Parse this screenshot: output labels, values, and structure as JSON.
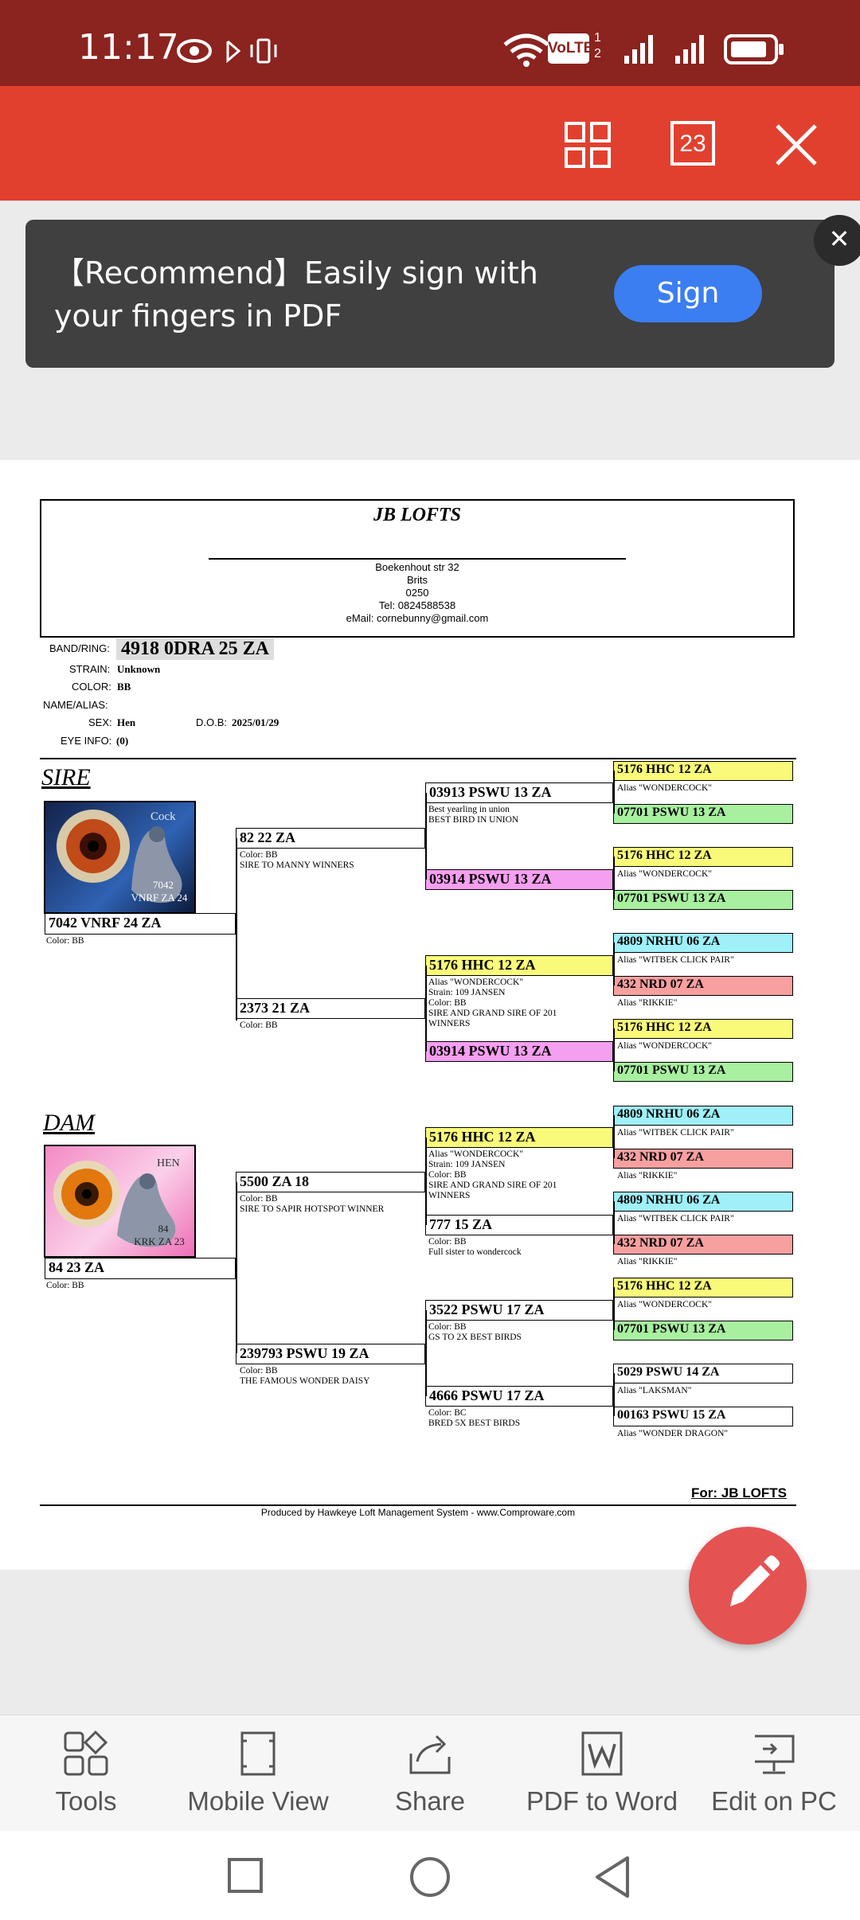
{
  "status_bar": {
    "time": "11:17",
    "volte": "VoLTE",
    "sim": "1 2"
  },
  "toolbar": {
    "page_count": "23",
    "grid_icon": "grid-icon",
    "close_icon": "close-icon"
  },
  "banner": {
    "text": "【Recommend】Easily sign with your fingers in PDF",
    "button": "Sign"
  },
  "doc": {
    "loft_name": "JB LOFTS",
    "address": [
      "Boekenhout str 32",
      "Brits",
      "0250",
      "Tel: 0824588538",
      "eMail: cornebunny@gmail.com"
    ],
    "fields": {
      "band_label": "BAND/RING:",
      "band_value": "4918 0DRA 25 ZA",
      "strain_label": "STRAIN:",
      "strain_value": "Unknown",
      "color_label": "COLOR:",
      "color_value": "BB",
      "name_label": "NAME/ALIAS:",
      "sex_label": "SEX:",
      "sex_value": "Hen",
      "dob_label": "D.O.B:",
      "dob_value": "2025/01/29",
      "eye_label": "EYE INFO:",
      "eye_value": "(0)"
    },
    "sire_heading": "SIRE",
    "dam_heading": "DAM",
    "sire_photo": {
      "tag": "Cock",
      "caption1": "7042",
      "caption2": "VNRF ZA 24"
    },
    "dam_photo": {
      "tag": "HEN",
      "caption1": "84",
      "caption2": "KRK ZA 23"
    },
    "sire": {
      "band": "7042 VNRF 24 ZA",
      "note": "Color: BB"
    },
    "dam": {
      "band": "84 23 ZA",
      "note": "Color: BB"
    },
    "g2": [
      {
        "band": "82 22 ZA",
        "notes": [
          "Color: BB",
          "SIRE TO MANNY WINNERS"
        ]
      },
      {
        "band": "2373 21 ZA",
        "notes": [
          "Color: BB"
        ]
      },
      {
        "band": "5500  ZA 18",
        "notes": [
          "Color: BB",
          "SIRE TO SAPIR HOTSPOT WINNER"
        ]
      },
      {
        "band": "239793 PSWU 19 ZA",
        "notes": [
          "Color: BB",
          "THE FAMOUS WONDER DAISY"
        ]
      }
    ],
    "g3": [
      {
        "band": "03913 PSWU 13 ZA",
        "notes": [
          "Best yearling in union",
          "BEST BIRD IN UNION"
        ]
      },
      {
        "band": "03914 PSWU 13 ZA",
        "notes": []
      },
      {
        "band": "5176 HHC 12 ZA",
        "notes": [
          "Alias \"WONDERCOCK\"",
          "Strain: 109 JANSEN",
          "Color: BB",
          "SIRE AND GRAND SIRE OF 201",
          "WINNERS"
        ]
      },
      {
        "band": "03914 PSWU 13 ZA",
        "notes": []
      },
      {
        "band": "5176 HHC 12 ZA",
        "notes": [
          "Alias \"WONDERCOCK\"",
          "Strain: 109 JANSEN",
          "Color: BB",
          "SIRE AND GRAND SIRE OF 201",
          "WINNERS"
        ]
      },
      {
        "band": "777 15 ZA",
        "notes": [
          "Color: BB",
          "Full sister to wondercock"
        ]
      },
      {
        "band": "3522 PSWU 17 ZA",
        "notes": [
          "Color: BB",
          "GS TO 2X BEST BIRDS"
        ]
      },
      {
        "band": "4666 PSWU 17 ZA",
        "notes": [
          "Color: BC",
          "BRED 5X BEST BIRDS"
        ]
      }
    ],
    "g4": [
      {
        "band": "5176 HHC 12 ZA",
        "note": "Alias \"WONDERCOCK\""
      },
      {
        "band": "07701 PSWU 13 ZA",
        "note": ""
      },
      {
        "band": "5176 HHC 12 ZA",
        "note": "Alias \"WONDERCOCK\""
      },
      {
        "band": "07701 PSWU 13 ZA",
        "note": ""
      },
      {
        "band": "4809 NRHU 06 ZA",
        "note": "Alias \"WITBEK CLICK PAIR\""
      },
      {
        "band": "432 NRD 07 ZA",
        "note": "Alias \"RIKKIE\""
      },
      {
        "band": "5176 HHC 12 ZA",
        "note": "Alias \"WONDERCOCK\""
      },
      {
        "band": "07701 PSWU 13 ZA",
        "note": ""
      },
      {
        "band": "4809 NRHU 06 ZA",
        "note": "Alias \"WITBEK CLICK PAIR\""
      },
      {
        "band": "432 NRD 07 ZA",
        "note": "Alias \"RIKKIE\""
      },
      {
        "band": "4809 NRHU 06 ZA",
        "note": "Alias \"WITBEK CLICK PAIR\""
      },
      {
        "band": "432 NRD 07 ZA",
        "note": "Alias \"RIKKIE\""
      },
      {
        "band": "5176 HHC 12 ZA",
        "note": "Alias \"WONDERCOCK\""
      },
      {
        "band": "07701 PSWU 13 ZA",
        "note": ""
      },
      {
        "band": "5029 PSWU 14 ZA",
        "note": "Alias \"LAKSMAN\""
      },
      {
        "band": "00163 PSWU 15 ZA",
        "note": "Alias \"WONDER DRAGON\""
      }
    ],
    "footer_for": "For: JB LOFTS",
    "produced_by": "Produced by Hawkeye Loft Management System - www.Comproware.com"
  },
  "bottom_tools": [
    {
      "label": "Tools",
      "icon": "tools-icon"
    },
    {
      "label": "Mobile View",
      "icon": "mobile-view-icon"
    },
    {
      "label": "Share",
      "icon": "share-icon"
    },
    {
      "label": "PDF to Word",
      "icon": "pdf-to-word-icon"
    },
    {
      "label": "Edit on PC",
      "icon": "edit-on-pc-icon"
    }
  ]
}
